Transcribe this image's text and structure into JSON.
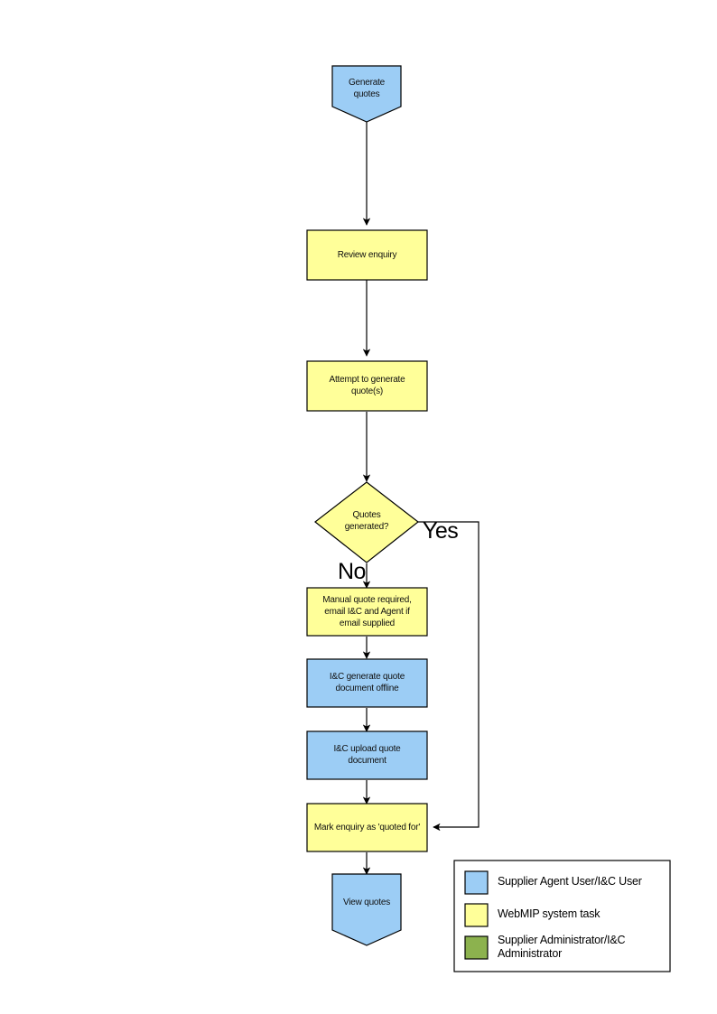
{
  "diagram": {
    "type": "flowchart",
    "title_visible": false,
    "colors": {
      "user_task_fill": "#9CCDF5",
      "system_task_fill": "#FFFF99",
      "admin_task_fill": "#8CB24E",
      "stroke": "#000000",
      "text": "#101010",
      "background": "#FFFFFF"
    },
    "nodes": [
      {
        "id": "generate-quotes",
        "label": "Generate\nquotes",
        "shape": "pentagon-down",
        "role": "user_task",
        "fill": "#9CCDF5"
      },
      {
        "id": "review-enquiry",
        "label": "Review enquiry",
        "shape": "rectangle",
        "role": "system_task",
        "fill": "#FFFF99"
      },
      {
        "id": "attempt-generate-quotes",
        "label": "Attempt to generate\nquote(s)",
        "shape": "rectangle",
        "role": "system_task",
        "fill": "#FFFF99"
      },
      {
        "id": "quotes-generated-decision",
        "label": "Quotes\ngenerated?",
        "shape": "diamond",
        "role": "system_task",
        "fill": "#FFFF99"
      },
      {
        "id": "manual-quote-required",
        "label": "Manual quote required,\nemail I&C and Agent if\nemail supplied",
        "shape": "rectangle",
        "role": "system_task",
        "fill": "#FFFF99"
      },
      {
        "id": "ic-generate-quote-offline",
        "label": "I&C generate quote\ndocument offline",
        "shape": "rectangle",
        "role": "user_task",
        "fill": "#9CCDF5"
      },
      {
        "id": "ic-upload-quote-document",
        "label": "I&C upload quote\ndocument",
        "shape": "rectangle",
        "role": "user_task",
        "fill": "#9CCDF5"
      },
      {
        "id": "mark-enquiry-quoted-for",
        "label": "Mark enquiry as 'quoted for'",
        "shape": "rectangle",
        "role": "system_task",
        "fill": "#FFFF99"
      },
      {
        "id": "view-quotes",
        "label": "View quotes",
        "shape": "pentagon-down",
        "role": "user_task",
        "fill": "#9CCDF5"
      }
    ],
    "edges": [
      {
        "from": "generate-quotes",
        "to": "review-enquiry",
        "label": ""
      },
      {
        "from": "review-enquiry",
        "to": "attempt-generate-quotes",
        "label": ""
      },
      {
        "from": "attempt-generate-quotes",
        "to": "quotes-generated-decision",
        "label": ""
      },
      {
        "from": "quotes-generated-decision",
        "to": "manual-quote-required",
        "label": "No"
      },
      {
        "from": "quotes-generated-decision",
        "to": "mark-enquiry-quoted-for",
        "label": "Yes"
      },
      {
        "from": "manual-quote-required",
        "to": "ic-generate-quote-offline",
        "label": ""
      },
      {
        "from": "ic-generate-quote-offline",
        "to": "ic-upload-quote-document",
        "label": ""
      },
      {
        "from": "ic-upload-quote-document",
        "to": "mark-enquiry-quoted-for",
        "label": ""
      },
      {
        "from": "mark-enquiry-quoted-for",
        "to": "view-quotes",
        "label": ""
      }
    ],
    "branch_labels": {
      "yes": "Yes",
      "no": "No"
    }
  },
  "legend": {
    "items": [
      {
        "label": "Supplier Agent User/I&C User",
        "color": "#9CCDF5"
      },
      {
        "label": "WebMIP system task",
        "color": "#FFFF99"
      },
      {
        "label": "Supplier Administrator/I&C\nAdministrator",
        "color": "#8CB24E"
      }
    ]
  }
}
